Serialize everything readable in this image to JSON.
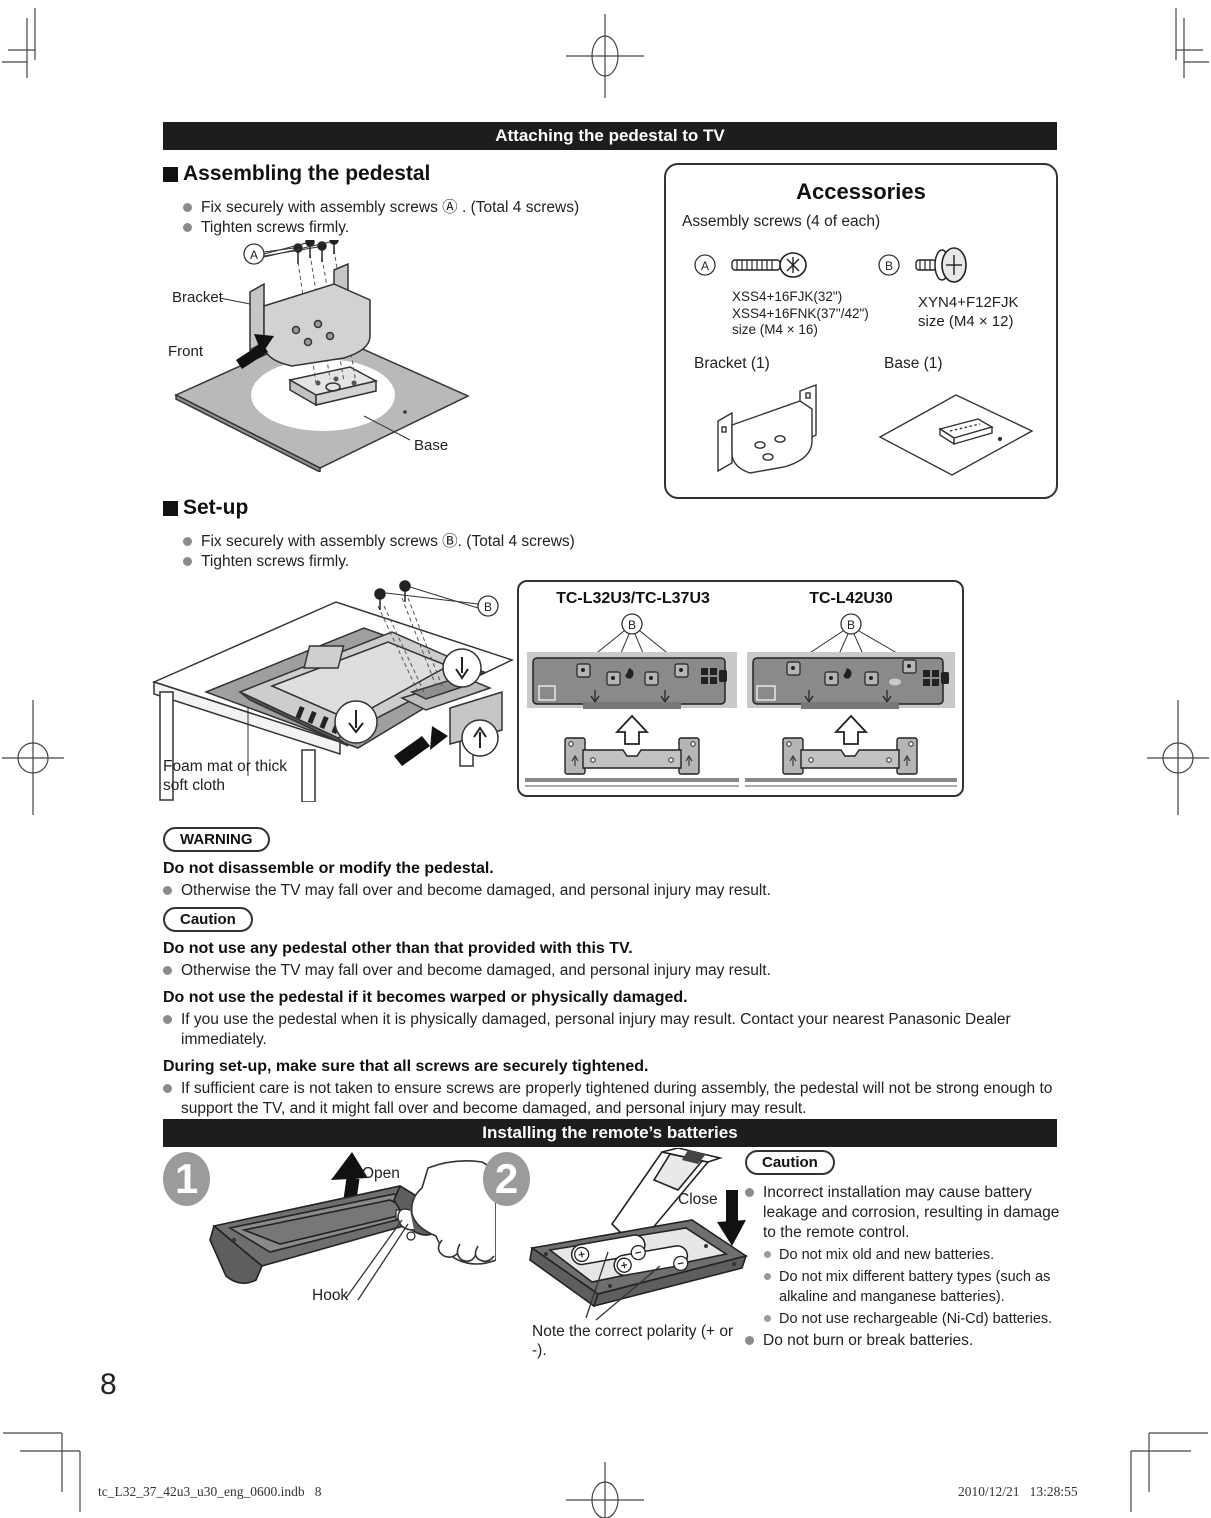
{
  "pedestal_section": {
    "header": "Attaching the pedestal to TV",
    "assembling": {
      "heading": "Assembling the pedestal",
      "bullets": [
        "Fix securely with assembly screws Ⓐ . (Total 4 screws)",
        "Tighten screws firmly."
      ],
      "labels": {
        "a": "A",
        "bracket": "Bracket",
        "front": "Front",
        "base": "Base"
      }
    },
    "accessories": {
      "title": "Accessories",
      "subtitle": "Assembly screws (4 of each)",
      "screw_a_label": "A",
      "screw_a_lines": [
        "XSS4+16FJK(32\")",
        "XSS4+16FNK(37\"/42\")",
        "size (M4 × 16)"
      ],
      "screw_b_label": "B",
      "screw_b_lines": [
        "XYN4+F12FJK",
        "size (M4 × 12)"
      ],
      "bracket_label": "Bracket (1)",
      "base_label": "Base (1)"
    },
    "setup": {
      "heading": "Set-up",
      "bullets": [
        "Fix securely with assembly screws Ⓑ. (Total 4 screws)",
        "Tighten screws firmly."
      ],
      "foam_label": "Foam mat or thick\nsoft cloth",
      "screw_label": "B",
      "model_left": "TC-L32U3/TC-L37U3",
      "model_right": "TC-L42U30"
    },
    "warning": {
      "badge": "WARNING",
      "bold": "Do not disassemble or modify the pedestal.",
      "bullet": "Otherwise the TV may fall over and become damaged, and personal injury may result."
    },
    "caution": {
      "badge": "Caution",
      "items": [
        {
          "bold": "Do not use any pedestal other than that provided with this TV.",
          "bullet": "Otherwise the TV may fall over and become damaged, and personal injury may result."
        },
        {
          "bold": "Do not use the pedestal if it becomes warped or physically damaged.",
          "bullet": "If you use the pedestal when it is physically damaged, personal injury may result. Contact your nearest Panasonic Dealer immediately."
        },
        {
          "bold": "During set-up, make sure that all screws are securely tightened.",
          "bullet": "If sufficient care is not taken to ensure screws are properly tightened during assembly, the pedestal will not be strong enough to support the TV, and it might fall over and become damaged, and personal injury may result."
        }
      ]
    }
  },
  "battery_section": {
    "header": "Installing the remote’s batteries",
    "step1": {
      "number": "1",
      "open_label": "Open",
      "hook_label": "Hook"
    },
    "step2": {
      "number": "2",
      "close_label": "Close",
      "polarity_label": "Note the correct polarity (+ or -)."
    },
    "caution": {
      "badge": "Caution",
      "main_bullet_1": "Incorrect installation may cause battery leakage and corrosion, resulting in damage to the remote control.",
      "sub_bullets": [
        "Do not mix old and new batteries.",
        "Do not mix different battery types (such as alkaline and manganese batteries).",
        "Do not use rechargeable (Ni-Cd) batteries."
      ],
      "main_bullet_2": "Do not burn or break batteries."
    }
  },
  "page": {
    "number": "8",
    "footer_left": "tc_L32_37_42u3_u30_eng_0600.indb   8",
    "footer_right": "2010/12/21   13:28:55"
  },
  "colors": {
    "bar_bg": "#1d1d1d",
    "diagram_light_gray": "#c9c9c9",
    "diagram_dark_gray": "#8a8a8a",
    "remote_gray": "#6f6f6f",
    "step_circle_gray": "#9b9b9b"
  }
}
